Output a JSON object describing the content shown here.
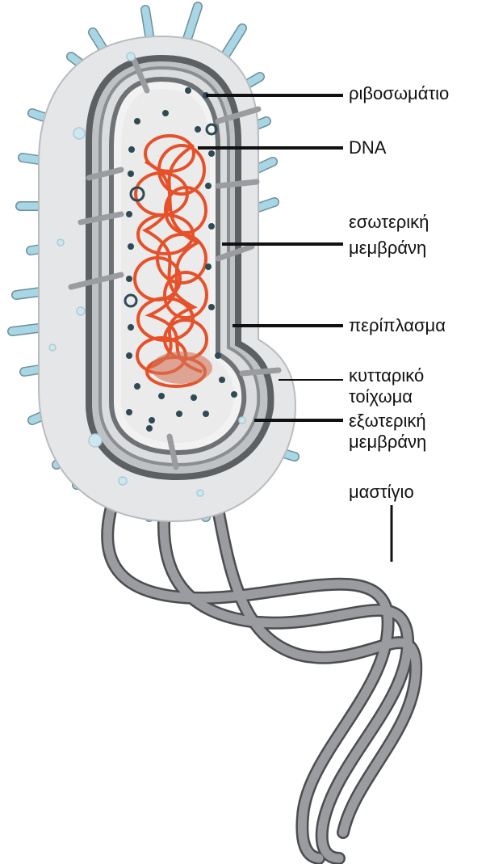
{
  "labels": {
    "ribosome": "ριβοσωμάτιο",
    "dna": "DNA",
    "inner_membrane": [
      "εσωτερική",
      "μεμβράνη"
    ],
    "periplasm": "περίπλασμα",
    "cell_wall": [
      "κυτταρικό",
      "τοίχωμα"
    ],
    "outer_membrane": [
      "εξωτερική",
      "μεμβράνη"
    ],
    "flagellum": "μαστίγιο"
  },
  "colors": {
    "capsule": "#e4e6e8",
    "pili": "#a8d6e4",
    "membrane": "#6f7275",
    "cytoplasm": "#ececec",
    "dna": "#e6512a",
    "ribosome": "#2f4a55",
    "flagellum": "#8a8c8f"
  }
}
